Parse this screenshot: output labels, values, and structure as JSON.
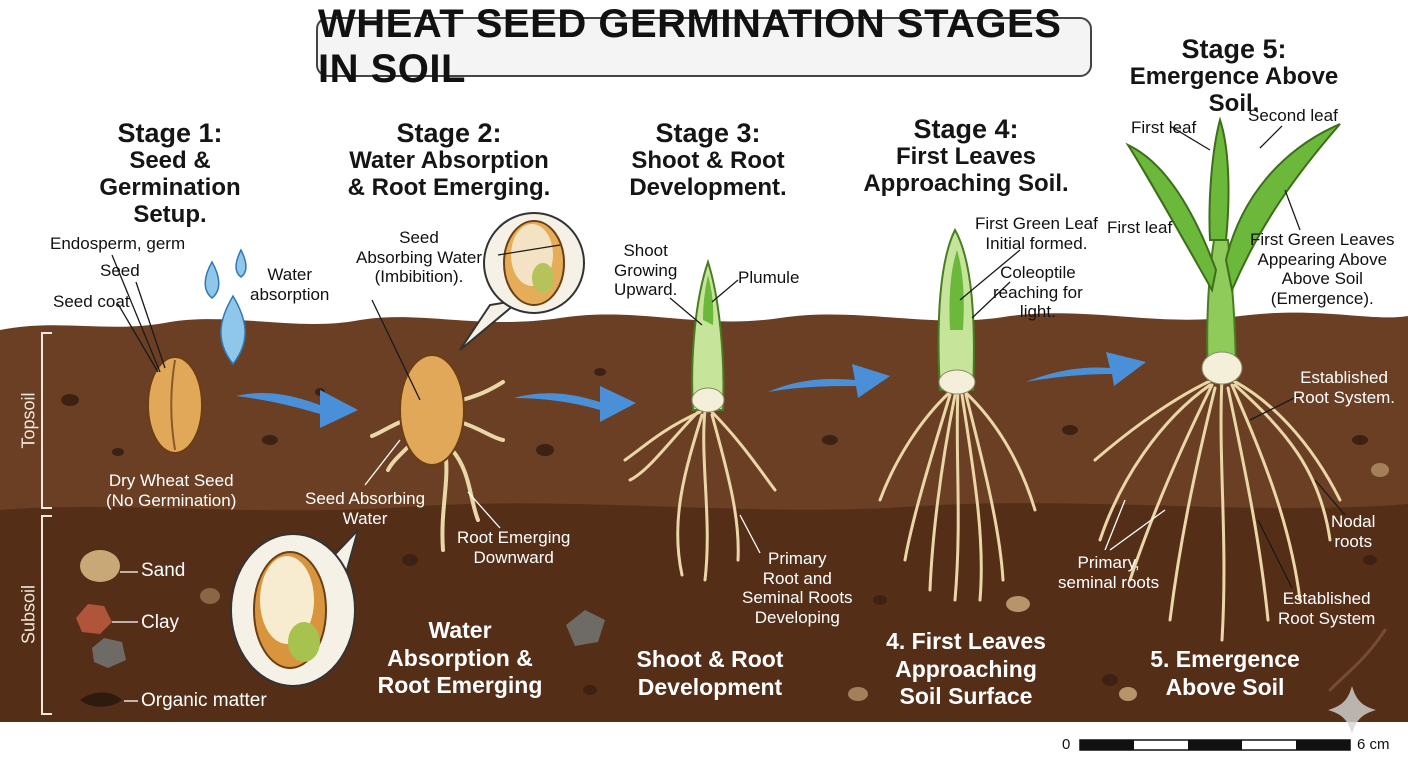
{
  "title": "WHEAT SEED GERMINATION STAGES IN SOIL",
  "stages": [
    {
      "number": "Stage 1:",
      "title_line1": "Seed &",
      "title_line2": "Germination Setup."
    },
    {
      "number": "Stage 2:",
      "title_line1": "Water Absorption",
      "title_line2": "& Root Emerging."
    },
    {
      "number": "Stage 3:",
      "title_line1": "Shoot & Root",
      "title_line2": "Development."
    },
    {
      "number": "Stage 4:",
      "title_line1": "First Leaves",
      "title_line2": "Approaching Soil."
    },
    {
      "number": "Stage 5:",
      "title_line1": "Emergence Above Soil.",
      "title_line2": ""
    }
  ],
  "labels": {
    "s1_endosperm": "Endosperm, germ",
    "s1_seed": "Seed",
    "s1_coat": "Seed coat",
    "s1_water1": "Water",
    "s1_water2": "absorption",
    "s1_dry1": "Dry Wheat Seed",
    "s1_dry2": "(No Germination)",
    "s2_seed1": "Seed",
    "s2_seed2": "Absorbing Water",
    "s2_seed3": "(Imbibition).",
    "s2_absorb1": "Seed Absorbing",
    "s2_absorb2": "Water",
    "s2_root1": "Root Emerging",
    "s2_root2": "Downward",
    "s3_shoot1": "Shoot",
    "s3_shoot2": "Growing",
    "s3_shoot3": "Upward.",
    "s3_plumule": "Plumule",
    "s3_primary1": "Primary",
    "s3_primary2": "Root and",
    "s3_primary3": "Seminal Roots",
    "s3_primary4": "Developing",
    "s4_leaf1": "First Green Leaf",
    "s4_leaf2": "Initial formed.",
    "s4_coleo1": "Coleoptile",
    "s4_coleo2": "reaching for",
    "s4_coleo3": "light.",
    "s5_firstleaf_top": "First leaf",
    "s5_secondleaf": "Second leaf",
    "s5_firstleaf_side": "First leaf",
    "s5_green1": "First Green Leaves",
    "s5_green2": "Appearing Above",
    "s5_green3": "Above Soil",
    "s5_green4": "(Emergence).",
    "s5_est1a": "Established",
    "s5_est1b": "Root System.",
    "s5_nodal1": "Nodal",
    "s5_nodal2": "roots",
    "s5_primary1": "Primary,",
    "s5_primary2": "seminal roots",
    "s5_est2a": "Established",
    "s5_est2b": "Root System"
  },
  "captions": [
    {
      "line1": "Water",
      "line2": "Absorption &",
      "line3": "Root Emerging"
    },
    {
      "line1": "Shoot & Root",
      "line2": "Development",
      "line3": ""
    },
    {
      "line1": "4. First Leaves",
      "line2": "Approaching",
      "line3": "Soil Surface"
    },
    {
      "line1": "5. Emergence",
      "line2": "Above Soil",
      "line3": ""
    }
  ],
  "soil": {
    "topsoil": "Topsoil",
    "subsoil": "Subsoil",
    "legend": [
      "Sand",
      "Clay",
      "Organic matter"
    ]
  },
  "scale": {
    "start": "0",
    "end": "6 cm"
  },
  "colors": {
    "topsoil": "#6b3f24",
    "subsoil": "#552e18",
    "arrow": "#4a90d9",
    "seed": "#e2a85a",
    "leaf": "#6cb83a",
    "root": "#ead7a8"
  }
}
